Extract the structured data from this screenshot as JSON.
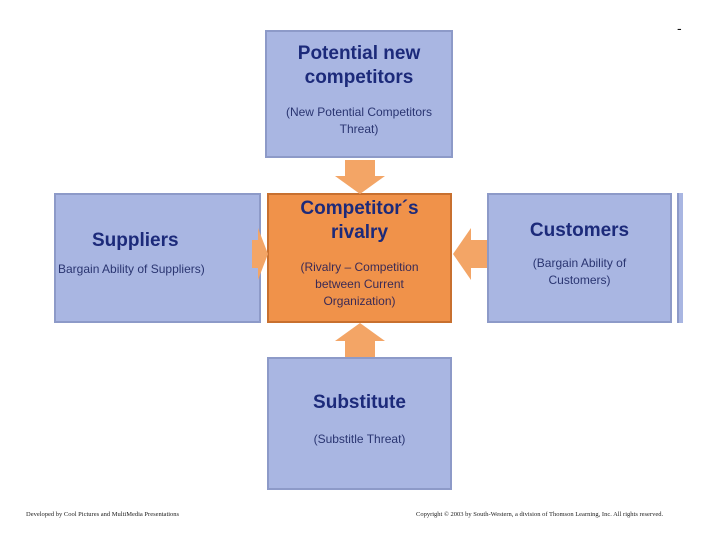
{
  "diagram": {
    "top": {
      "title": "Potential new competitors",
      "subtitle": "(New Potential Competitors Threat)"
    },
    "left": {
      "title": "Suppliers",
      "subtitle": "Bargain Ability of Suppliers)"
    },
    "center": {
      "title": "Competitor´s rivalry",
      "subtitle": "(Rivalry – Competition between Current Organization)"
    },
    "right": {
      "title": "Customers",
      "subtitle": "(Bargain Ability of Customers)"
    },
    "bottom": {
      "title": "Substitute",
      "subtitle": "(Substitle Threat)"
    },
    "colors": {
      "outer_box": "#a9b6e2",
      "center_box": "#f0924a",
      "arrow": "#f3a566"
    }
  },
  "footer": {
    "left": "Developed by Cool Pictures and MultiMedia Presentations",
    "right": "Copyright © 2003 by South-Western, a division of Thomson Learning, Inc. All rights reserved."
  },
  "corner_mark": "-"
}
